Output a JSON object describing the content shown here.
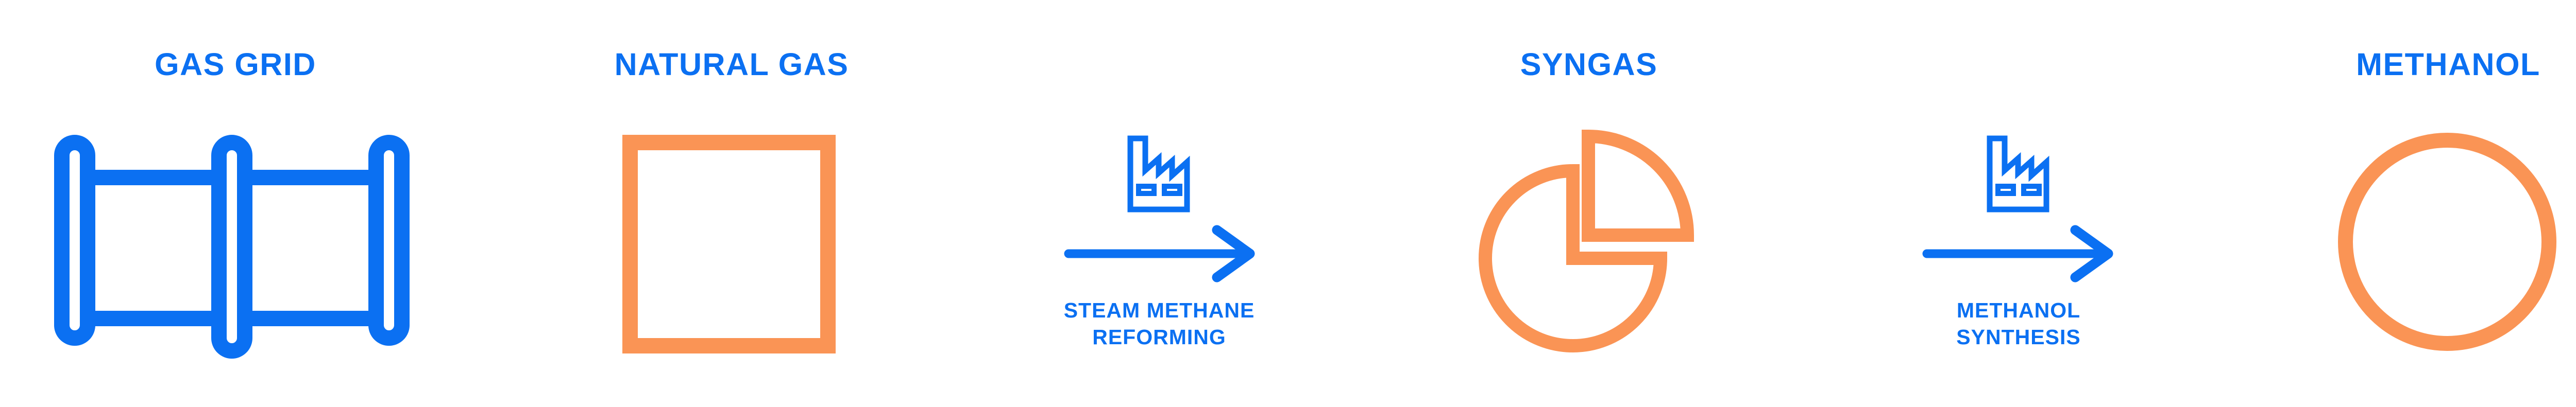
{
  "colors": {
    "blue": "#0b70f2",
    "orange": "#fa9455",
    "background": "#ffffff"
  },
  "stations": [
    {
      "label": "GAS GRID",
      "icon": "gas-pipeline-icon",
      "icon_color": "#0b70f2"
    },
    {
      "label": "NATURAL GAS",
      "icon": "square-outline-icon",
      "icon_color": "#fa9455"
    },
    {
      "label": "SYNGAS",
      "icon": "pie-chart-icon",
      "icon_color": "#fa9455"
    },
    {
      "label": "METHANOL",
      "icon": "circle-outline-icon",
      "icon_color": "#fa9455"
    }
  ],
  "processes": [
    {
      "line1": "STEAM METHANE",
      "line2": "REFORMING",
      "icon": "factory-icon",
      "arrow": "right-arrow-icon",
      "arrow_color": "#0b70f2"
    },
    {
      "line1": "METHANOL",
      "line2": "SYNTHESIS",
      "icon": "factory-icon",
      "arrow": "right-arrow-icon",
      "arrow_color": "#0b70f2"
    }
  ]
}
